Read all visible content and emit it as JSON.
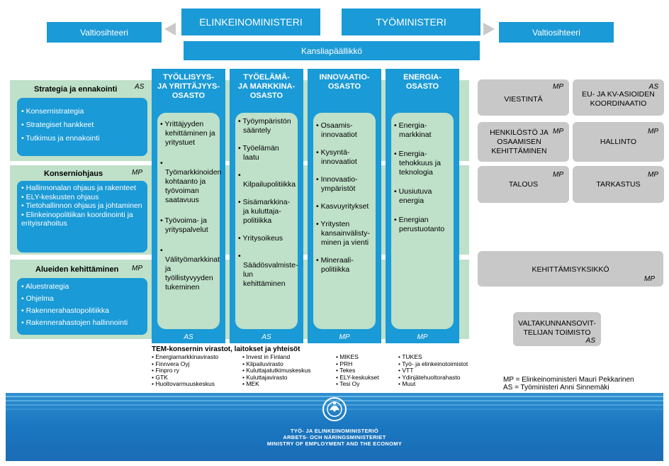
{
  "header": {
    "elinkeinoministeri": "ELINKEINOMINISTERI",
    "tyoministeri": "TYÖMINISTERI",
    "valtiosihteeri_left": "Valtiosihteeri",
    "valtiosihteeri_right": "Valtiosihteeri",
    "kansliapaallikko": "Kansliapäällikkö"
  },
  "left_units": [
    {
      "title": "Strategia ja ennakointi",
      "tag": "AS",
      "items": [
        "Konsernistrategia",
        "Strategiset hankkeet",
        "Tutkimus ja ennakointi"
      ]
    },
    {
      "title": "Konserniohjaus",
      "tag": "MP",
      "items": [
        "Hallinnonalan ohjaus ja rakenteet",
        "ELY-keskusten ohjaus",
        "Tietohallinnon ohjaus ja johtaminen",
        "Elinkeinopolitiikan koordinointi ja erityisrahoitus"
      ]
    },
    {
      "title": "Alueiden kehittäminen",
      "tag": "MP",
      "items": [
        "Aluestrategia",
        "Ohjelma",
        "Rakennerahastopolitiikka",
        "Rakennerahastojen hallinnointi"
      ]
    }
  ],
  "departments": [
    {
      "title": [
        "TYÖLLISYYS-",
        "JA YRITTÄJYYS-",
        "OSASTO"
      ],
      "tag": "AS",
      "items": [
        "Yrittäjyyden kehittäminen ja yritystuet",
        "Työmarkkinoiden kohtaanto ja työvoiman saatavuus",
        "Työvoima- ja yrityspalvelut",
        "Välityömarkkinat ja työllistyvyyden tukeminen"
      ]
    },
    {
      "title": [
        "TYÖELÄMÄ-",
        "JA MARKKINA-",
        "OSASTO"
      ],
      "tag": "AS",
      "items": [
        "Työympäristön sääntely",
        "Työelämän laatu",
        "Kilpailupolitiikka",
        "Sisämarkkina- ja kuluttaja-politiikka",
        "Yritysoikeus",
        "Säädösvalmiste-lun kehittäminen"
      ]
    },
    {
      "title": [
        "INNOVAATIO-",
        "OSASTO"
      ],
      "tag": "MP",
      "items": [
        "Osaamis-innovaatiot",
        "Kysyntä-innovaatiot",
        "Innovaatio-ympäristöt",
        "Kasvuyritykset",
        "Yritysten kansainvälisty-minen ja vienti",
        "Mineraali-politiikka"
      ]
    },
    {
      "title": [
        "ENERGIA-",
        "OSASTO"
      ],
      "tag": "MP",
      "items": [
        "Energia-markkinat",
        "Energia-tehokkuus ja teknologia",
        "Uusiutuva energia",
        "Energian perustuotanto"
      ]
    }
  ],
  "right_units": {
    "viestinta": {
      "label": "VIESTINTÄ",
      "tag": "MP"
    },
    "eu": {
      "label": "EU- JA KV-ASIOIDEN KOORDINAATIO",
      "tag": "AS"
    },
    "henkilosto": {
      "label": "HENKILÖSTÖ JA OSAAMISEN KEHITTÄMINEN",
      "tag": "MP"
    },
    "hallinto": {
      "label": "HALLINTO",
      "tag": "MP"
    },
    "talous": {
      "label": "TALOUS",
      "tag": "MP"
    },
    "tarkastus": {
      "label": "TARKASTUS",
      "tag": "MP"
    },
    "kehittamisyksikko": {
      "label": "KEHITTÄMISYKSIKKÖ",
      "tag": "MP"
    },
    "valtakunnansovittelija": {
      "label": "VALTAKUNNANSOVIT-TELIJAN TOIMISTO",
      "tag": "AS"
    }
  },
  "organizations": {
    "title": "TEM-konsernin virastot, laitokset ja yhteisöt",
    "columns": [
      [
        "Energiamarkkinavirasto",
        "Finnvera Oyj",
        "Finpro ry",
        "GTK",
        "Huoltovarmuuskeskus"
      ],
      [
        "Invest in Finland",
        "Kilpailuvirasto",
        "Kuluttajatutkimuskeskus",
        "Kuluttajavirasto",
        "MEK"
      ],
      [
        "MIKES",
        "PRH",
        "Tekes",
        "ELY-keskukset",
        "Tesi Oy"
      ],
      [
        "TUKES",
        "Työ- ja elinkeinotoimistot",
        "VTT",
        "Ydinjätehuoltorahasto",
        "Muut"
      ]
    ]
  },
  "legend": {
    "mp": "MP = Elinkeinoministeri Mauri Pekkarinen",
    "as": "AS = Työministeri Anni Sinnemäki"
  },
  "footer": {
    "line1": "TYÖ- JA ELINKEINOMINISTERIÖ",
    "line2": "ARBETS- OCH NÄRINGSMINISTERIET",
    "line3": "MINISTRY OF EMPLOYMENT AND THE ECONOMY",
    "logo": "lion-crest-icon"
  },
  "colors": {
    "blue": "#1a9ad6",
    "green": "#bfe0c9",
    "gray": "#c8c8c8",
    "banner": "#1b6cb5"
  }
}
